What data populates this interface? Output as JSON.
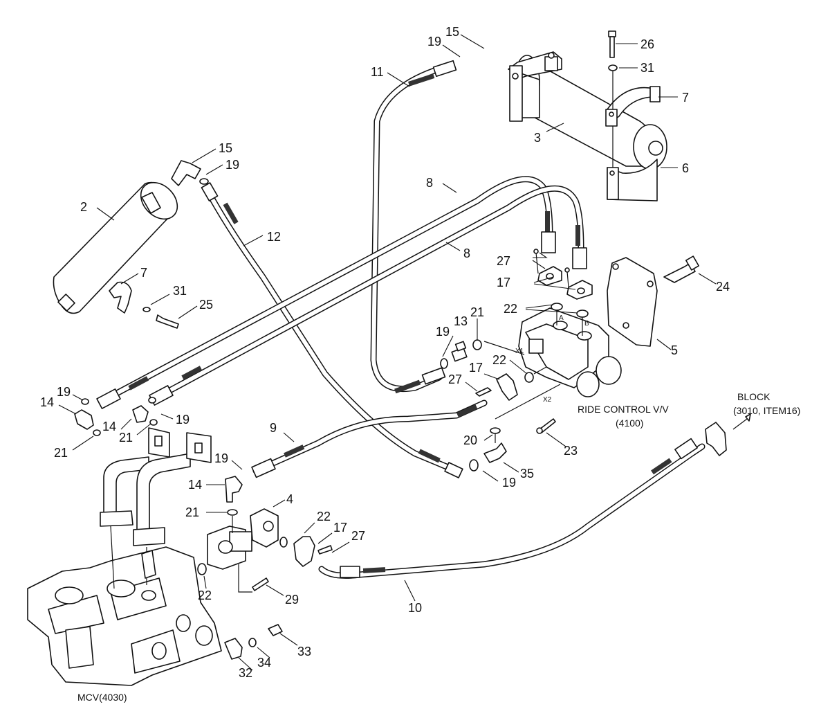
{
  "labels": {
    "ride_control_line1": "RIDE CONTROL V/V",
    "ride_control_line2": "(4100)",
    "block_line1": "BLOCK",
    "block_line2": "(3010, ITEM16)",
    "mcv": "MCV(4030)",
    "port_a": "A",
    "port_b": "B",
    "port_x1": "X1",
    "port_x2": "X2"
  },
  "callouts": [
    "15",
    "19",
    "11",
    "26",
    "31",
    "7",
    "3",
    "6",
    "15",
    "19",
    "2",
    "12",
    "8",
    "8",
    "7",
    "31",
    "25",
    "27",
    "17",
    "24",
    "22",
    "21",
    "13",
    "19",
    "5",
    "22",
    "17",
    "27",
    "19",
    "14",
    "19",
    "14",
    "21",
    "21",
    "9",
    "20",
    "23",
    "19",
    "35",
    "19",
    "14",
    "21",
    "4",
    "22",
    "17",
    "27",
    "22",
    "29",
    "10",
    "33",
    "34",
    "32"
  ]
}
